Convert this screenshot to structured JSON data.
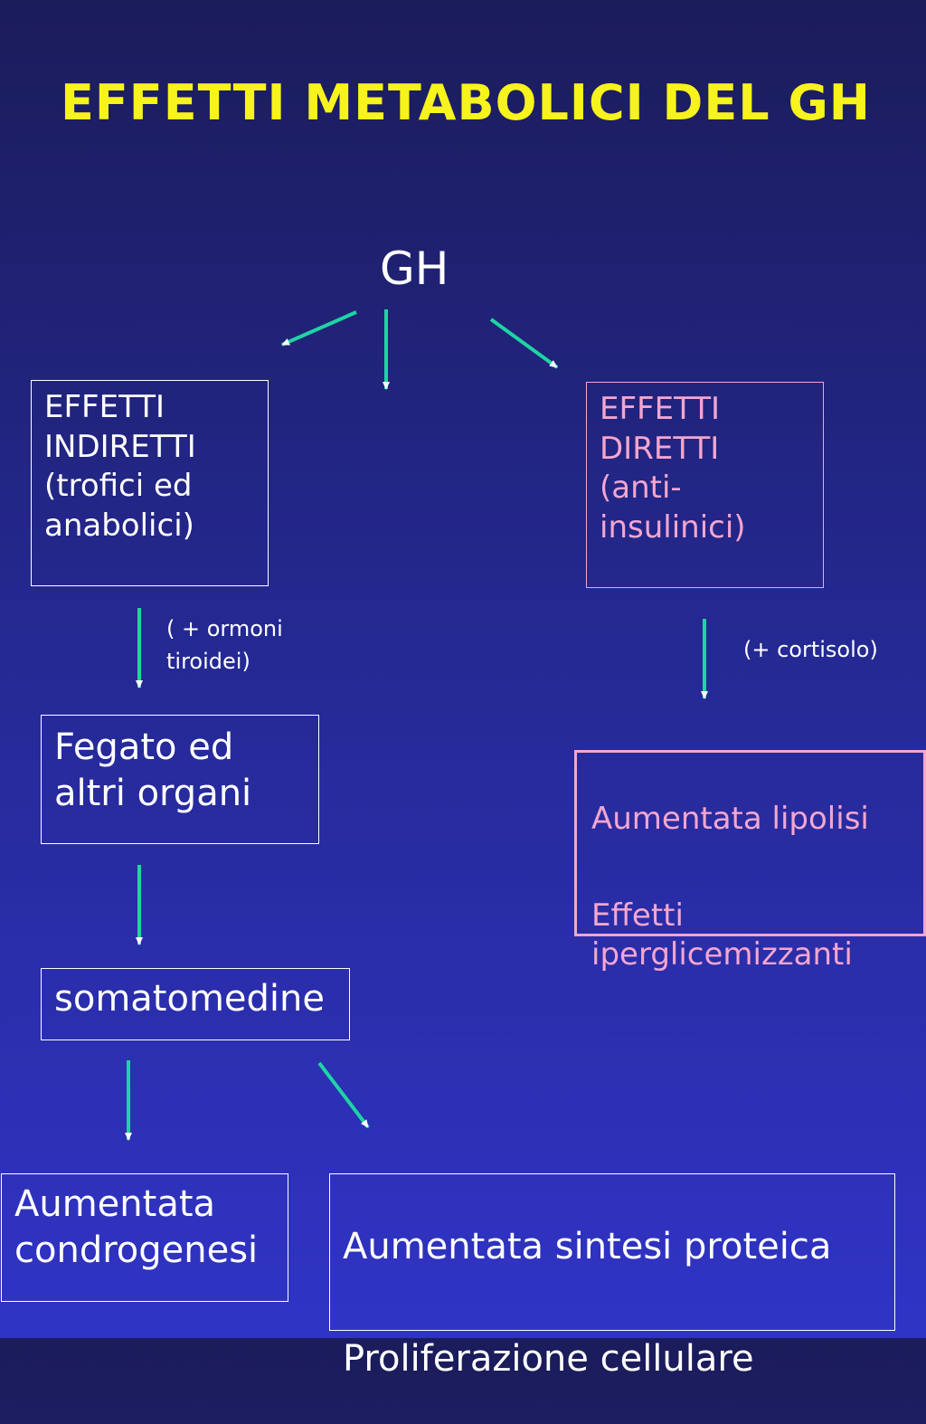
{
  "title": "EFFETTI METABOLICI DEL GH",
  "root": "GH",
  "colors": {
    "title": "#f7f31c",
    "arrow": "#1fd4a4",
    "pink": "#f4a6cf",
    "white": "#ffffff"
  },
  "boxes": {
    "indirect": "EFFETTI\nINDIRETTI\n(trofici ed\nanabolici)",
    "direct": "EFFETTI\nDIRETTI\n(anti-\ninsulinici)",
    "liver": "Fegato ed\naltri organi",
    "somatomedine": "somatomedine",
    "lipolysis_line1": "Aumentata lipolisi",
    "lipolysis_line2": "Effetti\niperglicemizzanti",
    "chondro": "Aumentata\ncondrogenesi",
    "protein_line1": "Aumentata sintesi proteica",
    "protein_line2": "Proliferazione cellulare"
  },
  "notes": {
    "thyroid": "( + ormoni\ntiroidei)",
    "cortisol": "(+ cortisolo)"
  }
}
